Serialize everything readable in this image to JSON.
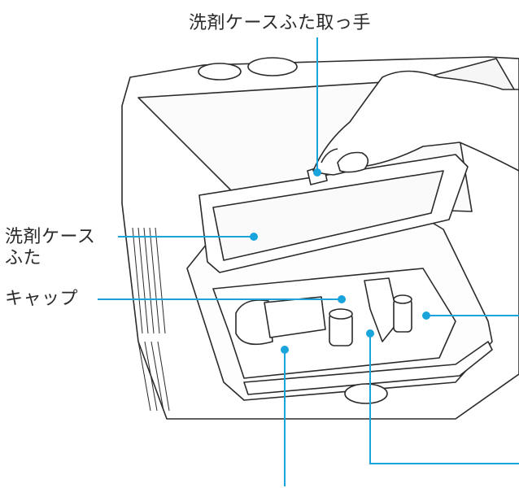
{
  "labels": {
    "lid_handle": "洗剤ケースふた取っ手",
    "lid_line1": "洗剤ケース",
    "lid_line2": "ふた",
    "cap": "キャップ"
  },
  "colors": {
    "callout": "#1aa4dc",
    "outline": "#2b2b2b",
    "body": "#ffffff",
    "text": "#2a2a2a"
  },
  "icons": {
    "hand": "hand-illustration"
  }
}
